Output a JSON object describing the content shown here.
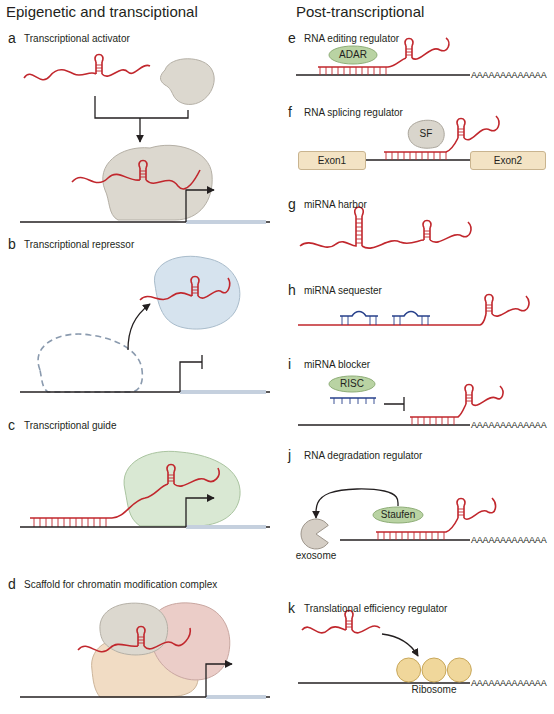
{
  "diagram": {
    "nodes": [
      {
        "text": [
          "ADAR"
        ]
      },
      {
        "text": [
          "SF"
        ]
      },
      {
        "text": [
          "Exon1"
        ]
      },
      {
        "text": [
          "Exon2"
        ]
      },
      {
        "text": [
          "RISC"
        ]
      },
      {
        "text": [
          "Staufen"
        ]
      },
      {
        "text": [
          "exosome"
        ]
      },
      {
        "text": [
          "Ribosome"
        ]
      }
    ],
    "edges": [
      {
        "from": 5,
        "to": 6,
        "arrow": "to"
      }
    ],
    "labels": [
      "Epigenetic and transciptional",
      "Post-transcriptional",
      "a",
      "Transcriptional activator",
      "b",
      "Transcriptional repressor",
      "c",
      "Transcriptional guide",
      "d",
      "Scaffold for chromatin modification complex",
      "e",
      "RNA editing regulator",
      "AAAAAAAAAAAAA",
      "f",
      "RNA splicing regulator",
      "g",
      "miRNA harbor",
      "h",
      "miRNA sequester",
      "i",
      "miRNA blocker",
      "AAAAAAAAAAAAA",
      "j",
      "RNA degradation regulator",
      "AAAAAAAAAAAAA",
      "k",
      "Translational efficiency regulator",
      "AAAAAAAAAAAAA"
    ]
  }
}
